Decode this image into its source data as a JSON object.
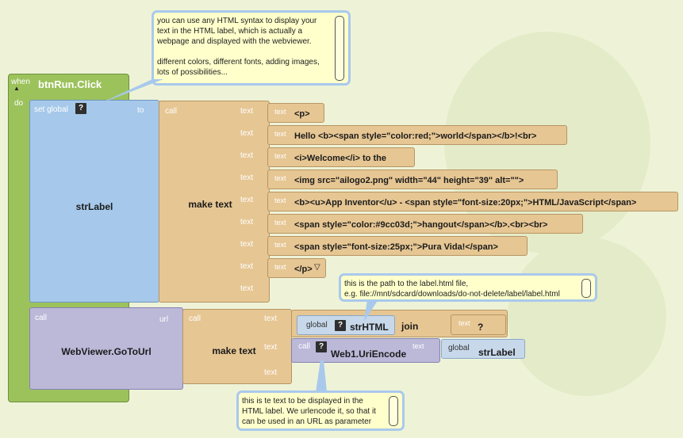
{
  "event": {
    "when_label": "when",
    "do_label": "do",
    "name": "btnRun.Click"
  },
  "set_global": {
    "label": "set global",
    "to_label": "to",
    "var_name": "strLabel",
    "help_icon": "?"
  },
  "make_text": {
    "call_label": "call",
    "title": "make text",
    "socket_label": "text",
    "items": [
      {
        "tag": "text",
        "value": "<p>"
      },
      {
        "tag": "text",
        "value": "Hello <b><span style=\"color:red;\">world</span></b>!<br>"
      },
      {
        "tag": "text",
        "value": "<i>Welcome</i> to the"
      },
      {
        "tag": "text",
        "value": "<img src=\"ailogo2.png\" width=\"44\" height=\"39\" alt=\"\">"
      },
      {
        "tag": "text",
        "value": "<b><u>App Inventor</u> - <span style=\"font-size:20px;\">HTML/JavaScript</span>"
      },
      {
        "tag": "text",
        "value": "<span style=\"color:#9cc03d;\">hangout</span></b>.<br><br>"
      },
      {
        "tag": "text",
        "value": "<span style=\"font-size:25px;\">Pura Vida!</span>"
      },
      {
        "tag": "text",
        "value": "</p>"
      }
    ]
  },
  "webviewer": {
    "call_label": "call",
    "name": "WebViewer.GoToUrl",
    "url_label": "url",
    "make_text_call": "call",
    "make_text_title": "make text",
    "socket_label": "text",
    "global_label": "global",
    "html_var": "strHTML",
    "join_label": "join",
    "text_tag": "text",
    "text_value": "?",
    "encode_call": "call",
    "encode_name": "Web1.UriEncode",
    "encode_text_label": "text",
    "label_var": "strLabel",
    "help_icon": "?"
  },
  "comments": {
    "top": [
      "you can use any HTML syntax to display your",
      "text in the HTML label, which is actually a",
      "webpage and displayed with the webviewer.",
      "",
      "different colors, different fonts, adding images,",
      "lots of possibilities..."
    ],
    "path": [
      "this is the path to the label.html file,",
      "e.g. file://mnt/sdcard/downloads/do-not-delete/label/label.html"
    ],
    "bottom": [
      "this is te text to be displayed in the",
      "HTML label. We urlencode it, so that it",
      "can be used in an URL as parameter"
    ]
  },
  "colors": {
    "background": "#eef3d8",
    "event_green": "#9cc25c",
    "variable_blue": "#a6c8ea",
    "text_tan": "#e6c693",
    "component_purple": "#bbb8d8",
    "comment_yellow": "#ffffcc"
  }
}
